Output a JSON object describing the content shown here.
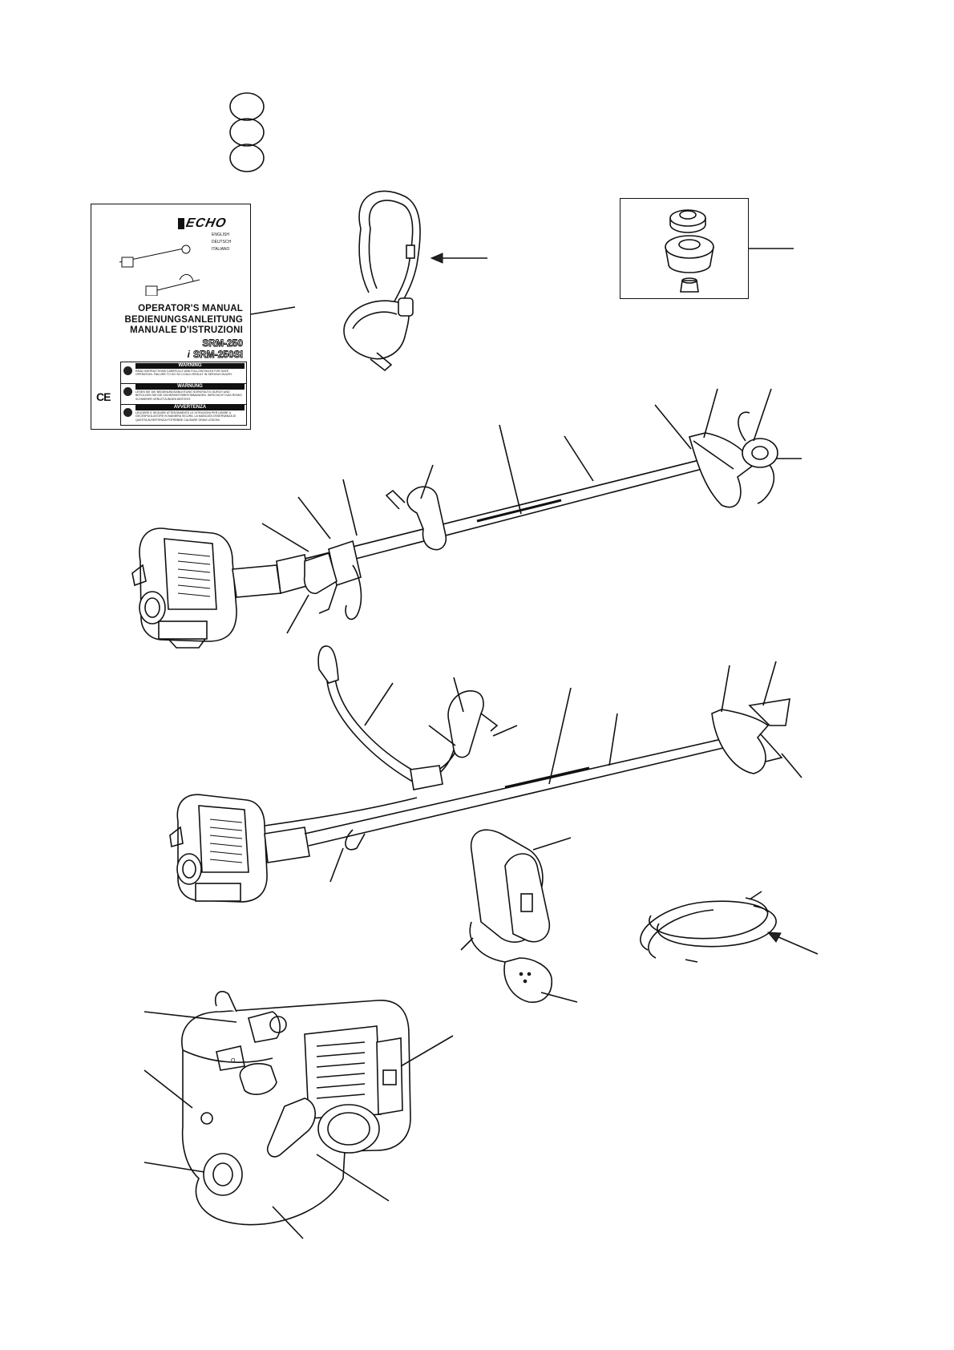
{
  "manual": {
    "brand": "ECHO",
    "languages": [
      "ENGLISH",
      "DEUTSCH",
      "ITALIANO"
    ],
    "title_lines": [
      "OPERATOR'S MANUAL",
      "BEDIENUNGSANLEITUNG",
      "MANUALE D'ISTRUZIONI"
    ],
    "model_1": "SRM-250",
    "model_2": "SRM-250SI",
    "model_prefix": "i",
    "warnings": [
      {
        "heading": "WARNING",
        "text": "READ INSTRUCTIONS CAREFULLY AND FOLLOW RULES FOR SAFE OPERATION. FAILURE TO DO SO COULD RESULT IN SERIOUS INJURY."
      },
      {
        "heading": "WARNUNG",
        "text": "LESEN SIE DIE BEDIENUNGSANLEITUNG SORGFÄLTIG DURCH UND BEFOLGEN SIE DIE SICHERHEITSBESTIMMUNGEN. WIRD NICHT DAS RISIKO SCHWERER VERLETZUNGEN BESTEHT."
      },
      {
        "heading": "AVVERTENZA",
        "text": "LEGGERE E SEGUIRE ATTENTAMENTE LE ISTRUZIONI PER USARE IL DECESPUGLIATORE IN MANIERA SICURA. LA MANCATA OSSERVANZA DI QUESTA AVVERTENZA POTREBBE CAUSARE GRAVI LESIONI."
      }
    ],
    "mark": "CE"
  },
  "legend_ovals": 3
}
